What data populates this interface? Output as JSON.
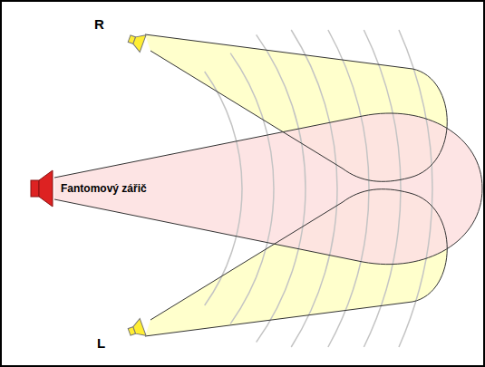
{
  "diagram": {
    "labels": [
      "R",
      "Fantomový zářič",
      "L"
    ]
  }
}
